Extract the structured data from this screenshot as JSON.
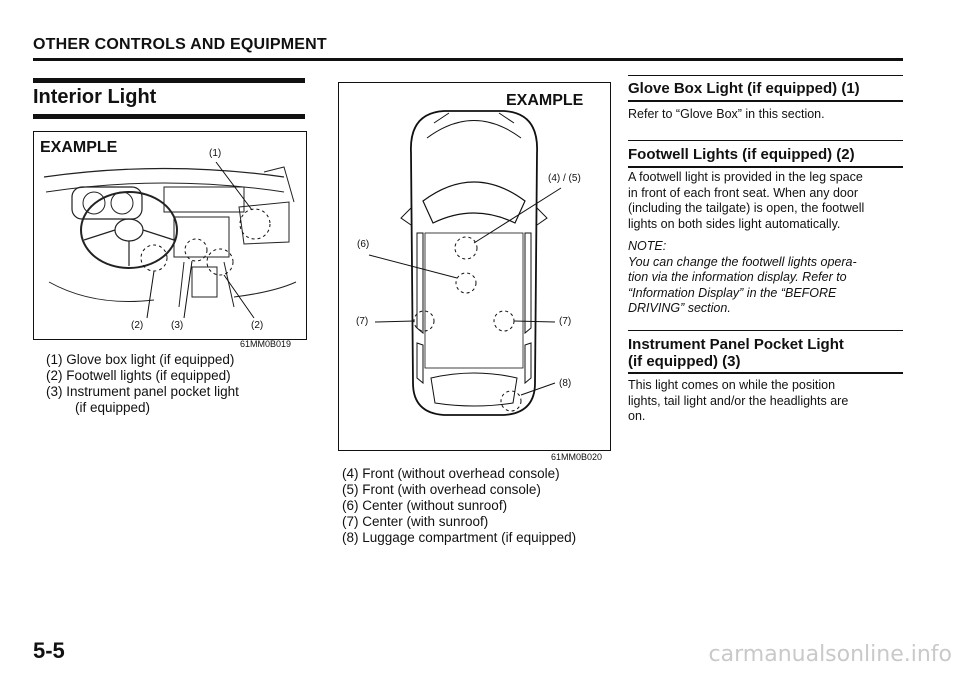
{
  "header": {
    "title": "OTHER CONTROLS AND EQUIPMENT"
  },
  "section": {
    "title": "Interior Light"
  },
  "figure1": {
    "example": "EXAMPLE",
    "labels": {
      "l1": "(1)",
      "l2a": "(2)",
      "l3": "(3)",
      "l2b": "(2)"
    },
    "code": "61MM0B019"
  },
  "figure1_captions": [
    "(1) Glove box light (if equipped)",
    "(2) Footwell lights (if equipped)",
    "(3) Instrument panel pocket light",
    "(if equipped)"
  ],
  "figure2": {
    "example": "EXAMPLE",
    "labels": {
      "l45": "(4) / (5)",
      "l6": "(6)",
      "l7a": "(7)",
      "l7b": "(7)",
      "l8": "(8)"
    },
    "code": "61MM0B020"
  },
  "figure2_captions": [
    "(4) Front (without overhead console)",
    "(5) Front (with overhead console)",
    "(6) Center (without sunroof)",
    "(7) Center (with sunroof)",
    "(8) Luggage compartment (if equipped)"
  ],
  "right": {
    "glove": {
      "title": "Glove Box Light (if equipped) (1)",
      "body": "Refer to “Glove Box” in this section."
    },
    "footwell": {
      "title": "Footwell Lights (if equipped) (2)",
      "body": [
        "A footwell light is provided in the leg space",
        "in front of each front seat. When any door",
        "(including the tailgate) is open, the footwell",
        "lights on both sides light automatically."
      ],
      "note_label": "NOTE:",
      "note": [
        "You can change the footwell lights opera-",
        "tion via the information display. Refer to",
        "“Information Display” in the “BEFORE",
        "DRIVING” section."
      ]
    },
    "pocket": {
      "title_line1": "Instrument Panel Pocket Light",
      "title_line2": "(if equipped) (3)",
      "body": [
        "This light comes on while the position",
        "lights, tail light and/or the headlights are",
        "on."
      ]
    }
  },
  "footer": {
    "page_number": "5-5",
    "watermark": "carmanualsonline.info"
  }
}
